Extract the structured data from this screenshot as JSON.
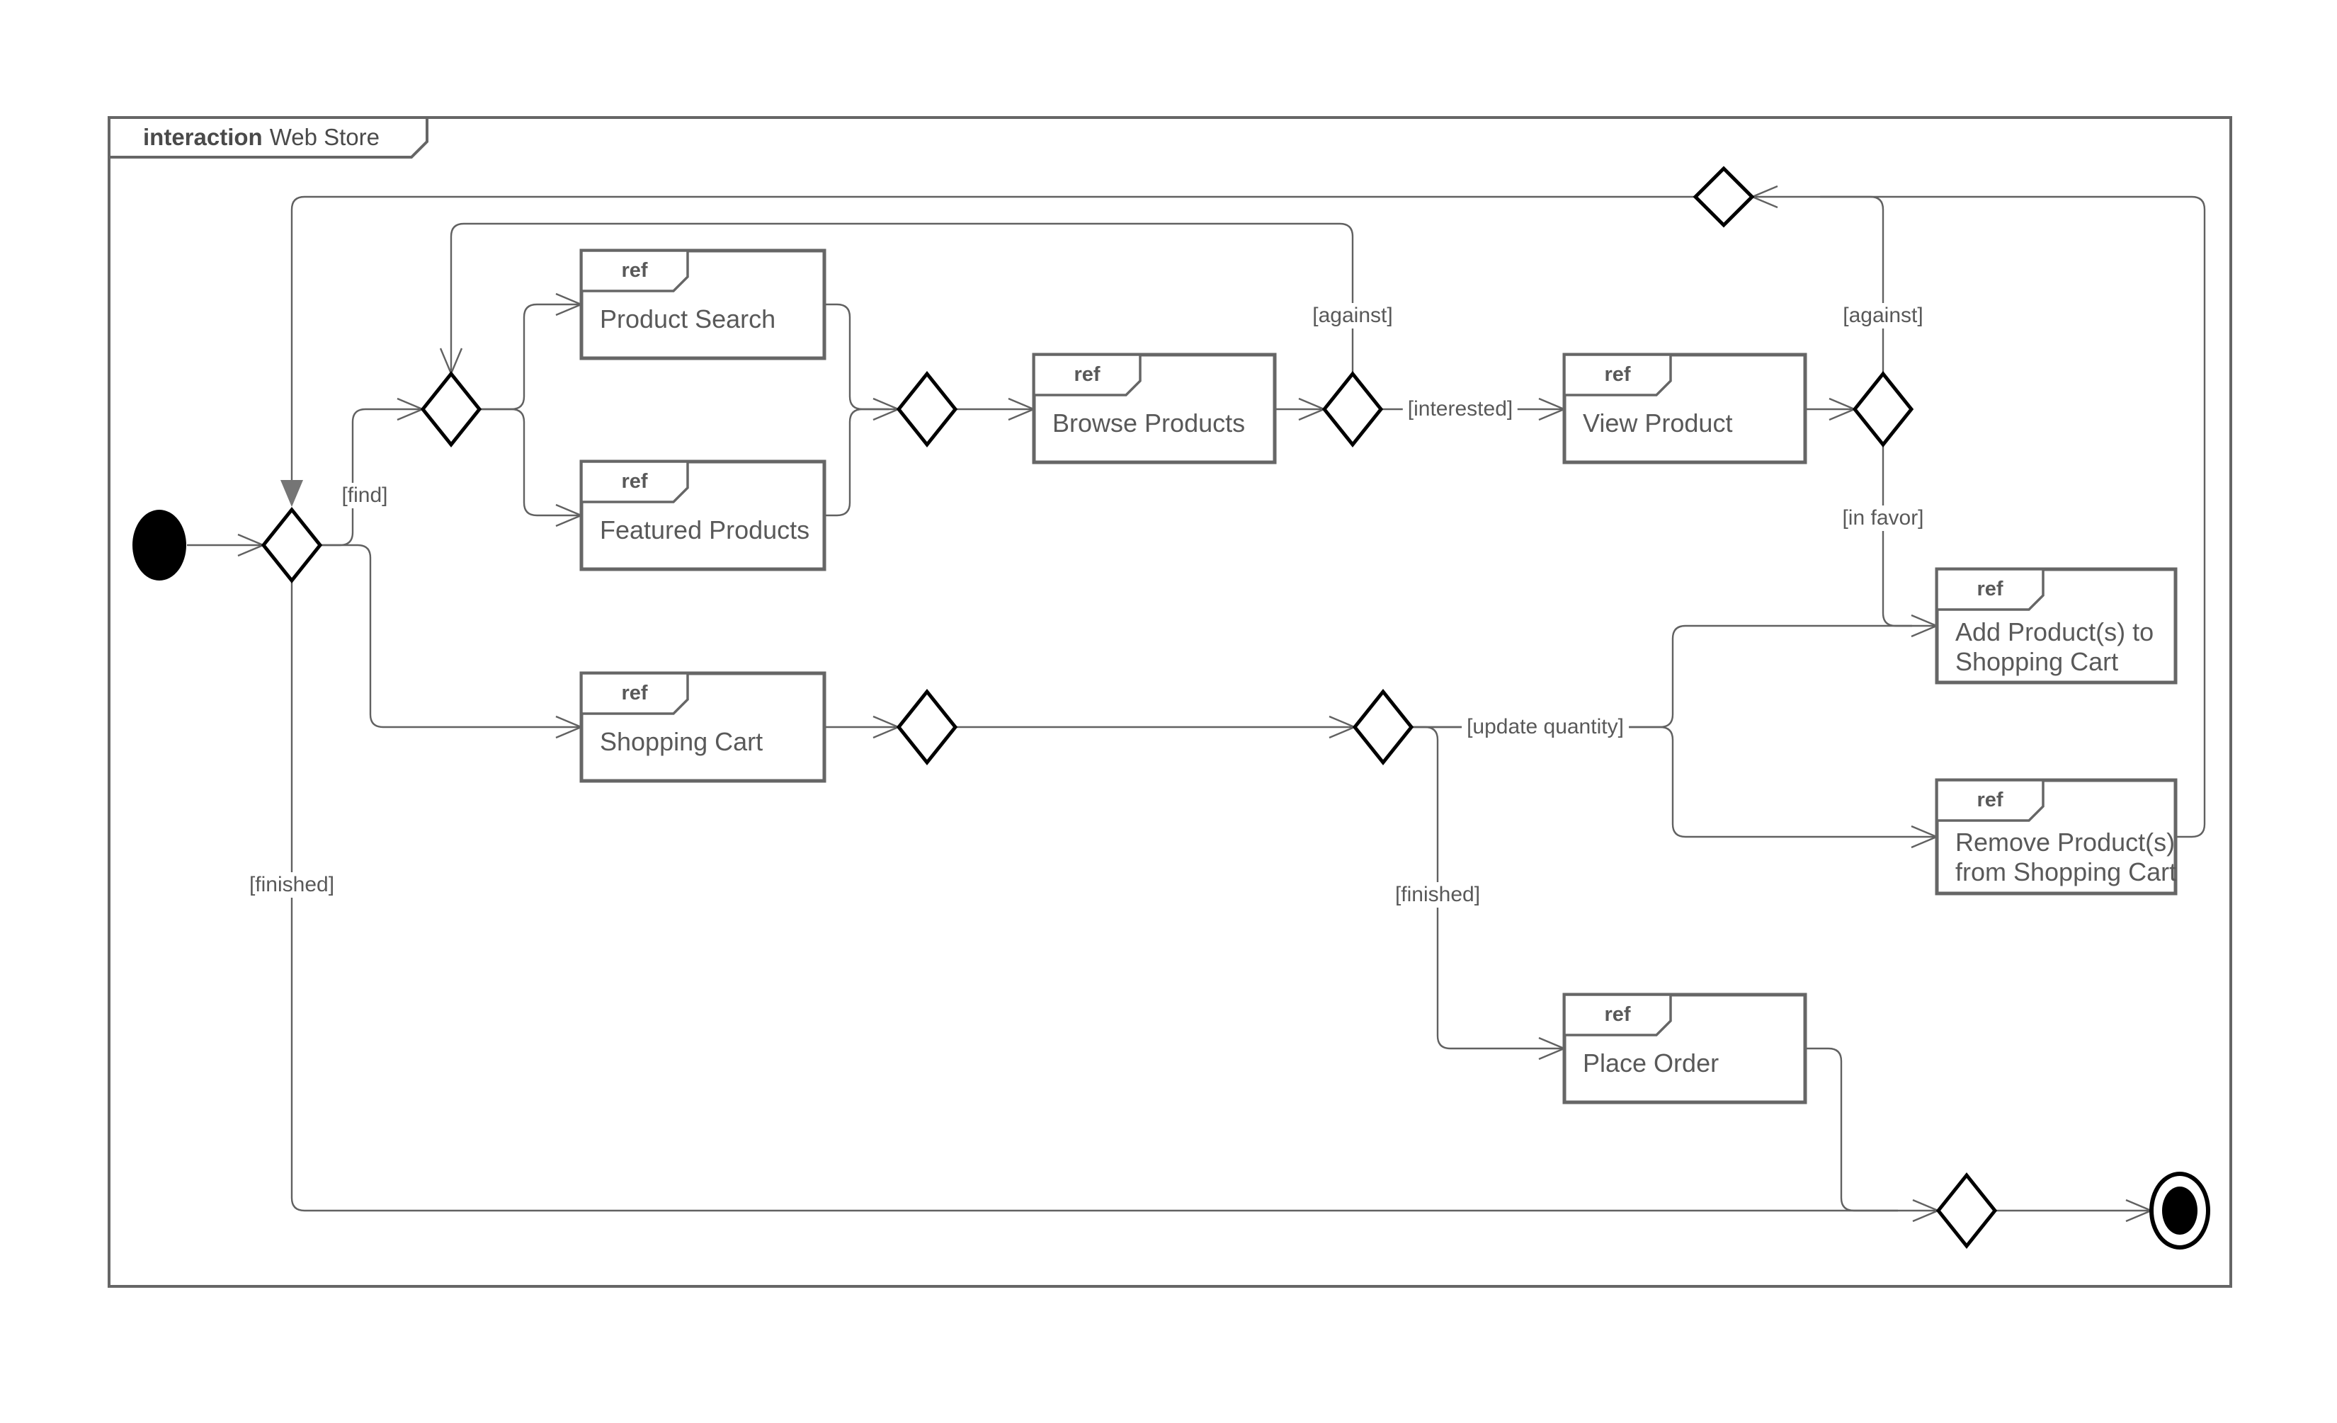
{
  "frame": {
    "keyword": "interaction",
    "title": "Web Store"
  },
  "ref_tag": "ref",
  "nodes": {
    "product_search": {
      "lines": [
        "Product Search"
      ]
    },
    "featured_products": {
      "lines": [
        "Featured Products"
      ]
    },
    "browse_products": {
      "lines": [
        "Browse Products"
      ]
    },
    "view_product": {
      "lines": [
        "View Product"
      ]
    },
    "shopping_cart": {
      "lines": [
        "Shopping Cart"
      ]
    },
    "add_to_cart": {
      "lines": [
        "Add Product(s) to",
        "Shopping Cart"
      ]
    },
    "remove_from_cart": {
      "lines": [
        "Remove Product(s)",
        "from Shopping Cart"
      ]
    },
    "place_order": {
      "lines": [
        "Place Order"
      ]
    }
  },
  "guards": {
    "find": "[find]",
    "against_browse": "[against]",
    "interested": "[interested]",
    "against_view": "[against]",
    "in_favor": "[in favor]",
    "update_quantity": "[update quantity]",
    "finished_cart": "[finished]",
    "finished_main": "[finished]"
  },
  "colors": {
    "edge": "#616161",
    "node_border": "#666666",
    "text": "#595959",
    "diamond_stroke": "#000000",
    "background": "#ffffff"
  }
}
